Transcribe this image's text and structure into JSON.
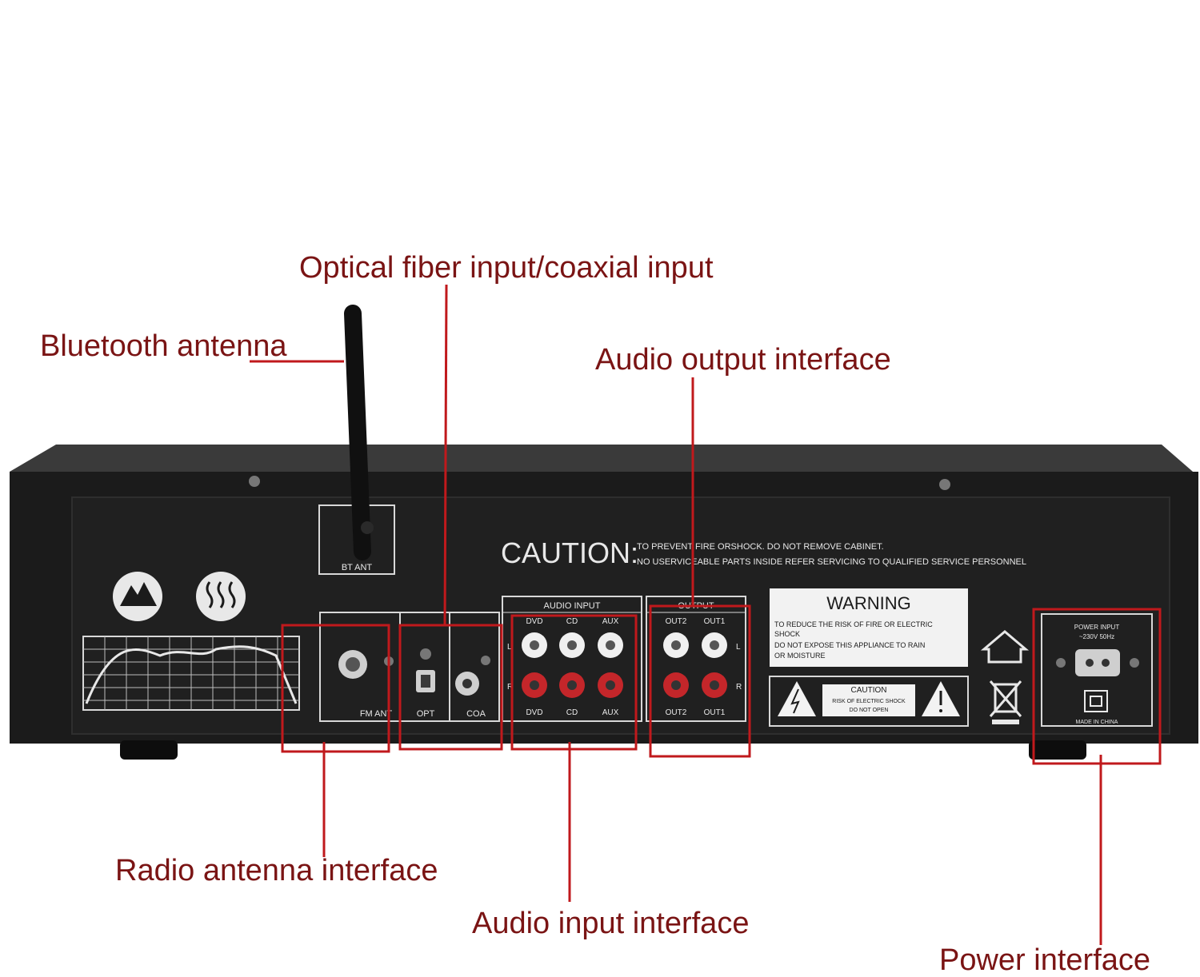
{
  "callouts": {
    "optical_coaxial": "Optical fiber input/coaxial input",
    "bluetooth_antenna": "Bluetooth antenna",
    "audio_output": "Audio output interface",
    "radio_antenna": "Radio antenna interface",
    "audio_input": "Audio input interface",
    "power": "Power interface"
  },
  "panel": {
    "bt_ant": "BT ANT",
    "caution_title": "CAUTION:",
    "caution_line1": "TO PREVENT FIRE ORSHOCK. DO NOT REMOVE CABINET.",
    "caution_line2": "NO USERVICEABLE PARTS INSIDE REFER SERVICING TO QUALIFIED SERVICE PERSONNEL",
    "audio_input_label": "AUDIO INPUT",
    "output_label": "OUTPUT",
    "jack_dvd": "DVD",
    "jack_cd": "CD",
    "jack_aux": "AUX",
    "jack_out2": "OUT2",
    "jack_out1": "OUT1",
    "side_l": "L",
    "side_r": "R",
    "fm_ant": "FM ANT",
    "opt": "OPT",
    "coa": "COA",
    "warning_title": "WARNING",
    "warning_l1": "TO REDUCE THE RISK OF FIRE OR ELECTRIC",
    "warning_l2": "SHOCK",
    "warning_l3": "DO NOT EXPOSE THIS APPLIANCE TO RAIN",
    "warning_l4": "OR MOISTURE",
    "caution_small": "CAUTION",
    "caution_small_l1": "RISK OF ELECTRIC SHOCK",
    "caution_small_l2": "DO NOT OPEN",
    "power_input": "POWER INPUT",
    "power_voltage": "~230V 50Hz",
    "made_in": "MADE IN CHINA"
  },
  "colors": {
    "callout_text": "#7a1414",
    "highlight_box": "#c0191c",
    "chassis": "#1b1b1b",
    "chassis_top": "#3a3a3a",
    "label_white": "#e8e8e8"
  }
}
